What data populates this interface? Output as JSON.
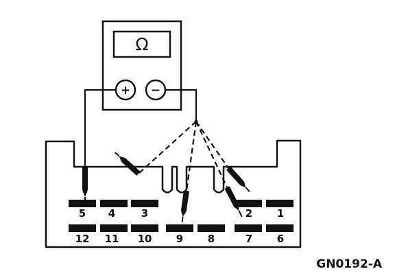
{
  "meter": {
    "symbol": "Ω",
    "positive_terminal": "+",
    "negative_terminal": "−"
  },
  "connector": {
    "pins": [
      {
        "id": "5",
        "row": "top"
      },
      {
        "id": "4",
        "row": "top"
      },
      {
        "id": "3",
        "row": "top"
      },
      {
        "id": "2",
        "row": "top"
      },
      {
        "id": "1",
        "row": "top"
      },
      {
        "id": "12",
        "row": "bottom"
      },
      {
        "id": "11",
        "row": "bottom"
      },
      {
        "id": "10",
        "row": "bottom"
      },
      {
        "id": "9",
        "row": "bottom"
      },
      {
        "id": "8",
        "row": "bottom"
      },
      {
        "id": "7",
        "row": "bottom"
      },
      {
        "id": "6",
        "row": "bottom"
      }
    ]
  },
  "figure_id": "GN0192-A"
}
